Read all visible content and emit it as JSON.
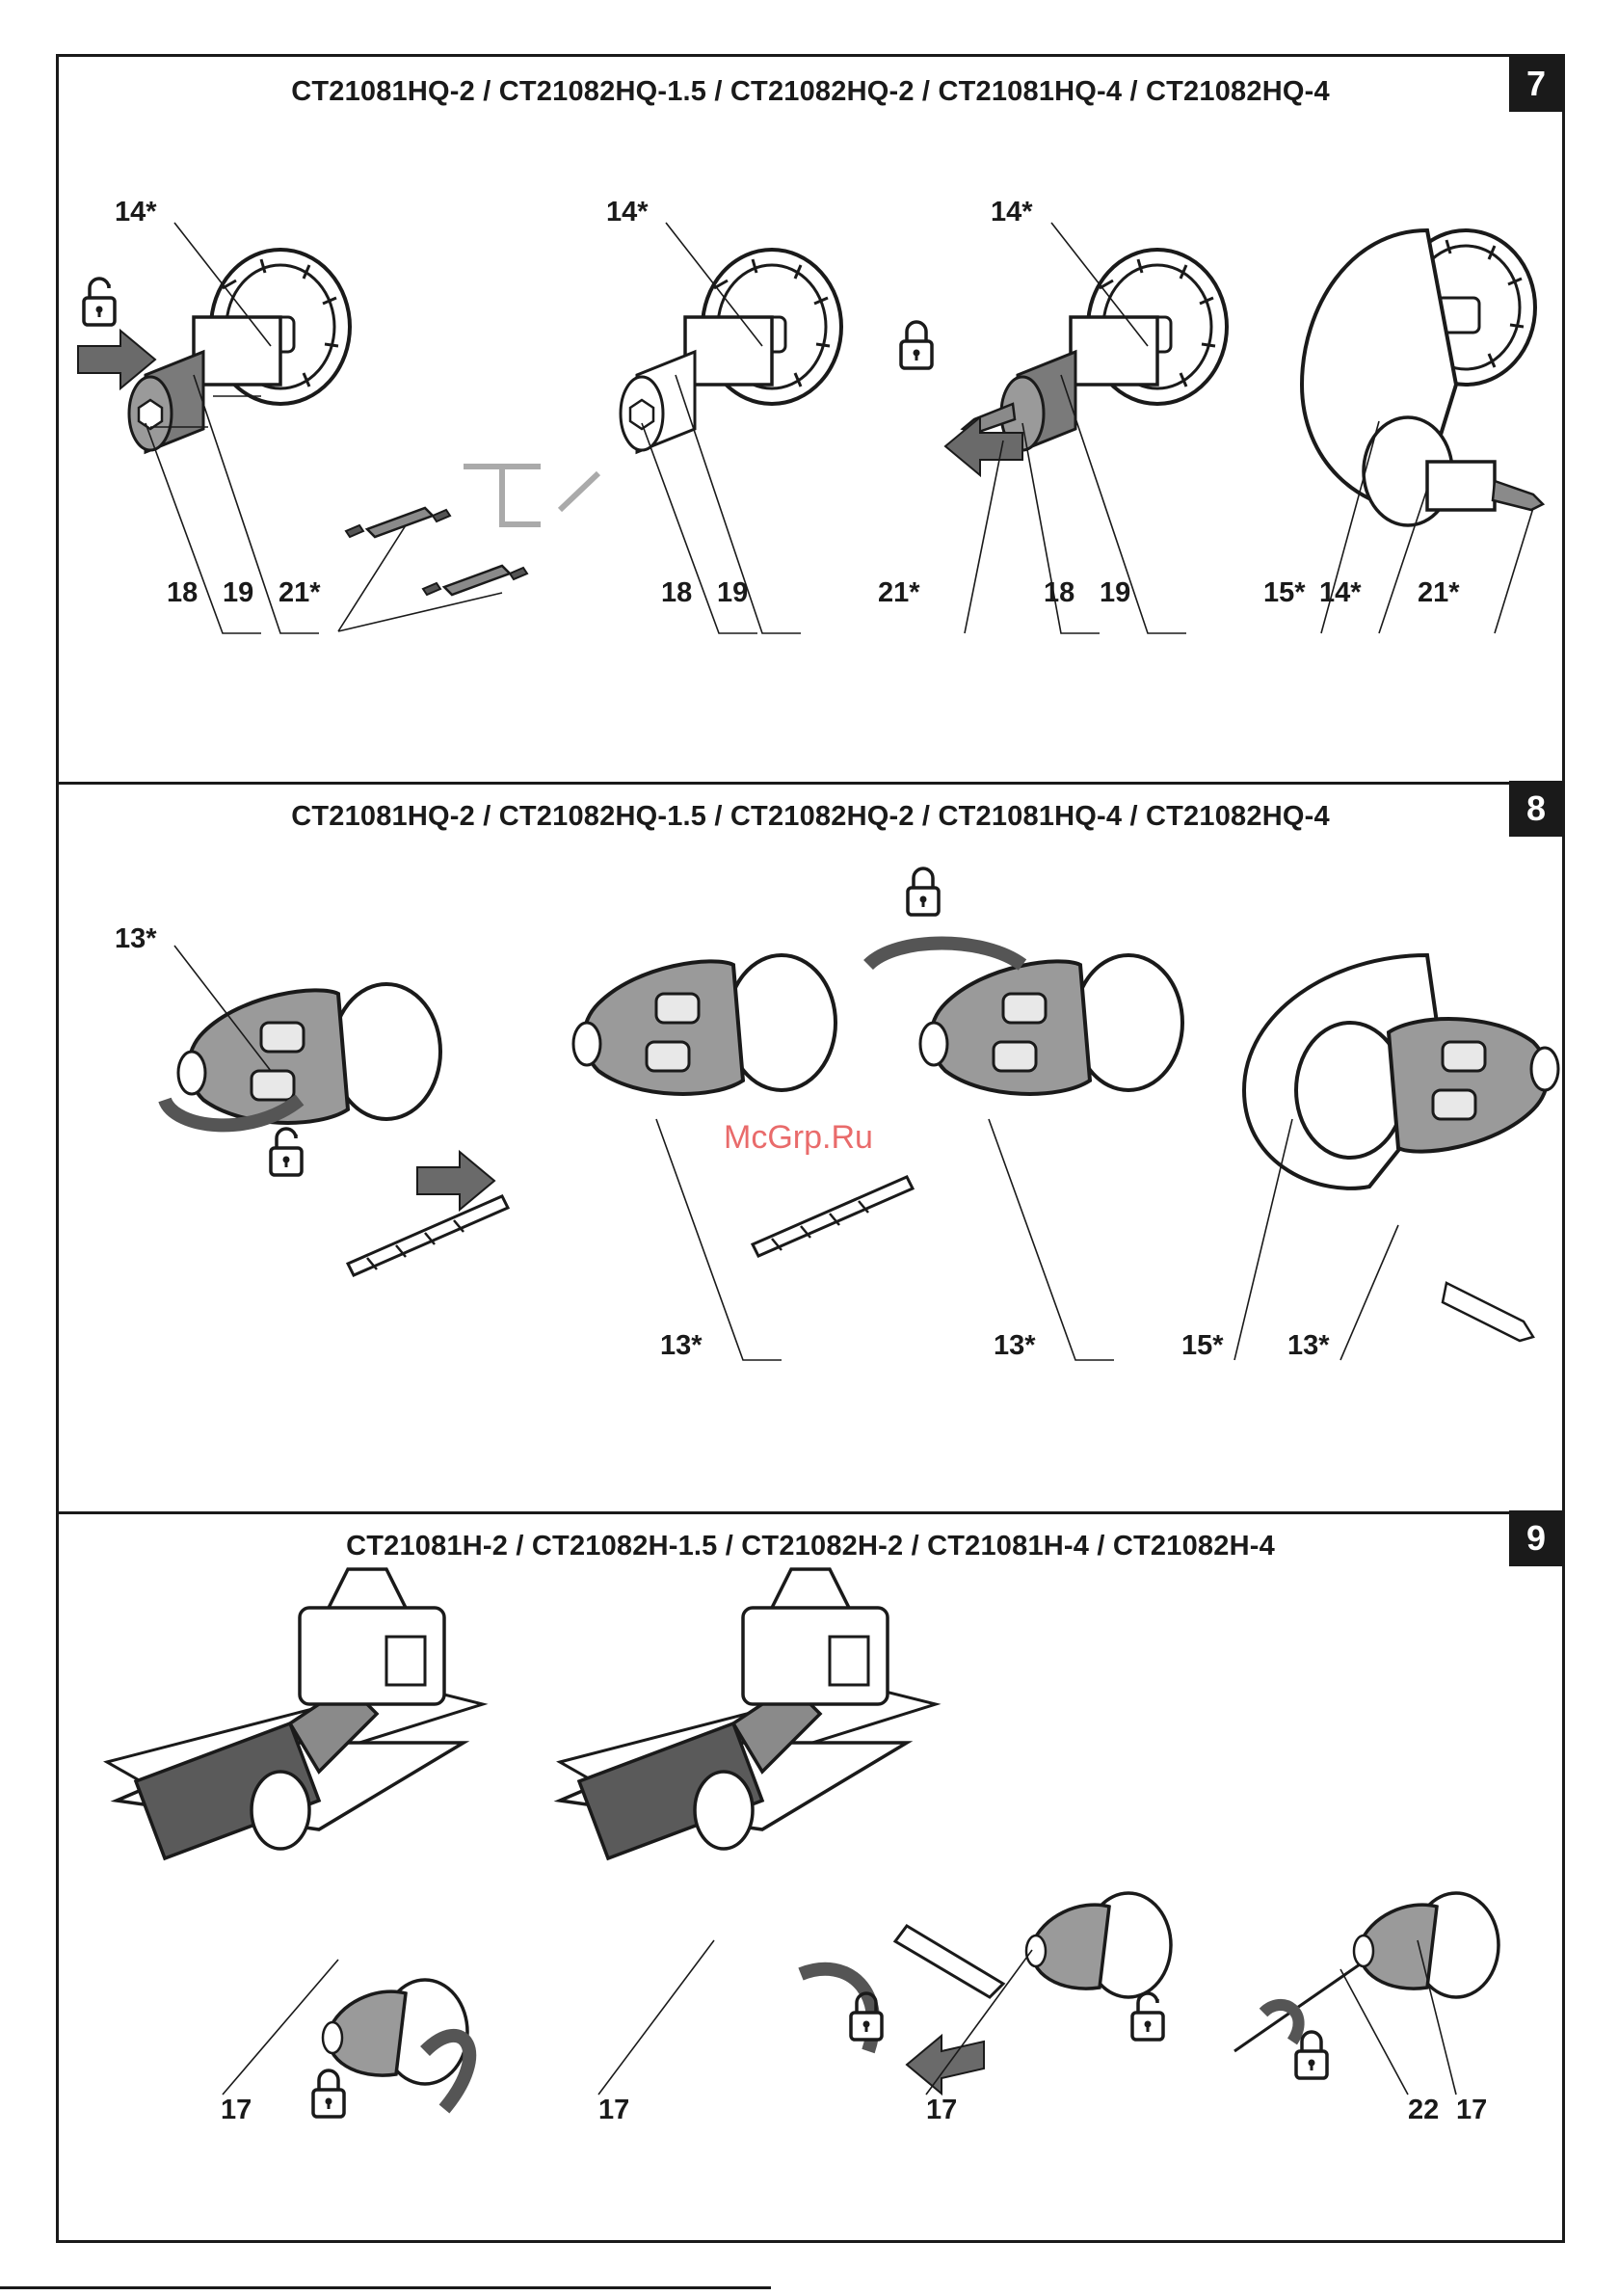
{
  "watermark": "McGrp.Ru",
  "panels": [
    {
      "number": "7",
      "title": "CT21081HQ-2 / CT21082HQ-1.5 / CT21082HQ-2 / CT21081HQ-4 / CT21082HQ-4",
      "labels": [
        "14*",
        "18",
        "19",
        "21*",
        "14*",
        "18",
        "19",
        "14*",
        "21*",
        "18",
        "19",
        "15*",
        "14*",
        "21*"
      ]
    },
    {
      "number": "8",
      "title": "CT21081HQ-2 / CT21082HQ-1.5 / CT21082HQ-2 / CT21081HQ-4 / CT21082HQ-4",
      "labels": [
        "13*",
        "13*",
        "13*",
        "15*",
        "13*"
      ]
    },
    {
      "number": "9",
      "title": "CT21081H-2 / CT21082H-1.5 / CT21082H-2 / CT21081H-4 / CT21082H-4",
      "labels": [
        "17",
        "17",
        "17",
        "22",
        "17"
      ]
    }
  ],
  "icons": [
    "unlock-icon",
    "lock-icon",
    "arrow-icon"
  ]
}
